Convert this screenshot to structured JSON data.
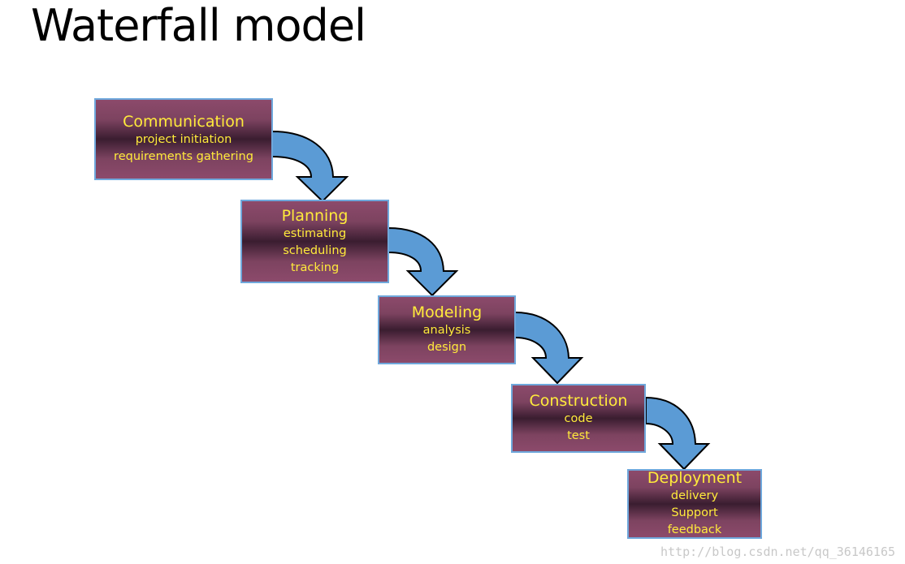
{
  "title": "Waterfall model",
  "colors": {
    "box_border": "#6fa8dc",
    "box_fill_light": "#8c4a6b",
    "box_fill_dark": "#3a1d30",
    "text": "#ffeb3b",
    "arrow_fill": "#5b9bd5",
    "arrow_stroke": "#000000"
  },
  "stages": [
    {
      "name": "Communication",
      "items": [
        "project initiation",
        "requirements gathering"
      ]
    },
    {
      "name": "Planning",
      "items": [
        "estimating",
        "scheduling",
        "tracking"
      ]
    },
    {
      "name": "Modeling",
      "items": [
        "analysis",
        "design"
      ]
    },
    {
      "name": "Construction",
      "items": [
        "code",
        "test"
      ]
    },
    {
      "name": "Deployment",
      "items": [
        "delivery",
        "Support",
        "feedback"
      ]
    }
  ],
  "watermark": "http://blog.csdn.net/qq_36146165"
}
